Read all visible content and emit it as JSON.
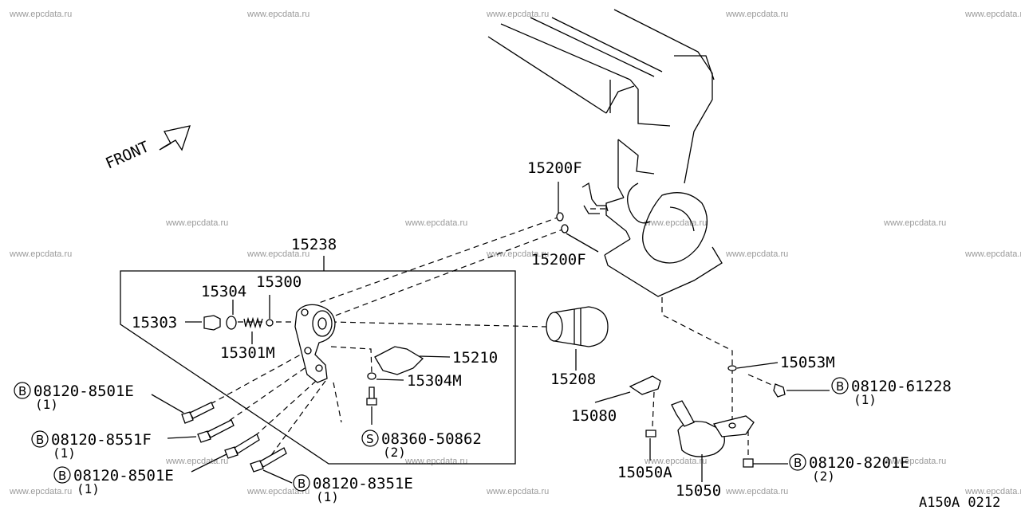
{
  "watermark": "www.epcdata.ru",
  "front_label": "FRONT",
  "diagram_code": "A150A 0212",
  "parts": [
    {
      "id": "p15238",
      "number": "15238"
    },
    {
      "id": "p15304",
      "number": "15304"
    },
    {
      "id": "p15300",
      "number": "15300"
    },
    {
      "id": "p15303",
      "number": "15303"
    },
    {
      "id": "p15301M",
      "number": "15301M"
    },
    {
      "id": "p15210",
      "number": "15210"
    },
    {
      "id": "p15304M",
      "number": "15304M"
    },
    {
      "id": "p15208",
      "number": "15208"
    },
    {
      "id": "p15200F_top",
      "number": "15200F"
    },
    {
      "id": "p15200F_bot",
      "number": "15200F"
    },
    {
      "id": "p15053M",
      "number": "15053M"
    },
    {
      "id": "p15080",
      "number": "15080"
    },
    {
      "id": "p15050A",
      "number": "15050A"
    },
    {
      "id": "p15050",
      "number": "15050"
    }
  ],
  "fasteners": [
    {
      "id": "f1",
      "prefix": "B",
      "number": "08120-8501E",
      "qty": "(1)"
    },
    {
      "id": "f2",
      "prefix": "B",
      "number": "08120-8551F",
      "qty": "(1)"
    },
    {
      "id": "f3",
      "prefix": "B",
      "number": "08120-8501E",
      "qty": "(1)"
    },
    {
      "id": "f4",
      "prefix": "B",
      "number": "08120-8351E",
      "qty": "(1)"
    },
    {
      "id": "f5",
      "prefix": "S",
      "number": "08360-50862",
      "qty": "(2)"
    },
    {
      "id": "f6",
      "prefix": "B",
      "number": "08120-61228",
      "qty": "(1)"
    },
    {
      "id": "f7",
      "prefix": "B",
      "number": "08120-8201E",
      "qty": "(2)"
    }
  ]
}
